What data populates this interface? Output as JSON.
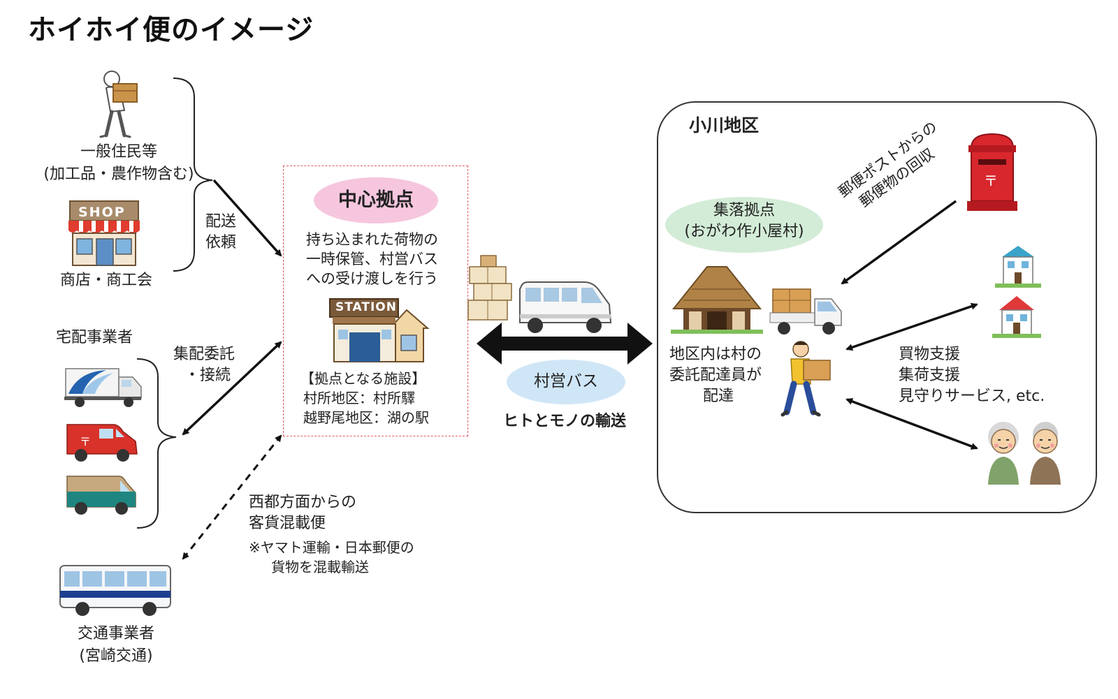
{
  "title": "ホイホイ便のイメージ",
  "left": {
    "residents": [
      "一般住民等",
      "(加工品・農作物含む)"
    ],
    "shop_sign": "SHOP",
    "shop_label": "商店・商工会",
    "delivery_request": [
      "配送",
      "依頼"
    ],
    "couriers_label": "宅配事業者",
    "courier_link": [
      "集配委託",
      "・接続"
    ],
    "mixed_load": [
      "西都方面からの",
      "客貨混載便"
    ],
    "mixed_note": [
      "※ヤマト運輸・日本郵便の",
      "貨物を混載輸送"
    ],
    "transport_operator": [
      "交通事業者",
      "(宮崎交通)"
    ]
  },
  "center": {
    "title": "中心拠点",
    "description": [
      "持ち込まれた荷物の",
      "一時保管、村営バス",
      "への受け渡しを行う"
    ],
    "station_sign": "STATION",
    "facilities_heading": "【拠点となる施設】",
    "facilities": [
      "村所地区：村所驛",
      "越野尾地区：湖の駅"
    ]
  },
  "middle": {
    "bus_label": "村営バス",
    "transport_label": "ヒトとモノの輸送"
  },
  "village": {
    "title": "小川地区",
    "hub": [
      "集落拠点",
      "(おがわ作小屋村)"
    ],
    "post": [
      "郵便ポストからの",
      "郵便物の回収"
    ],
    "local_delivery": [
      "地区内は村の",
      "委託配達員が",
      "配達"
    ],
    "services": [
      "買物支援",
      "集荷支援",
      "見守りサービス, etc."
    ]
  },
  "colors": {
    "pink": "#f6c6de",
    "blue": "#cfe6f7",
    "green": "#d3ecd7",
    "post_red": "#d8272d",
    "dashed_border": "#e05a6a"
  }
}
